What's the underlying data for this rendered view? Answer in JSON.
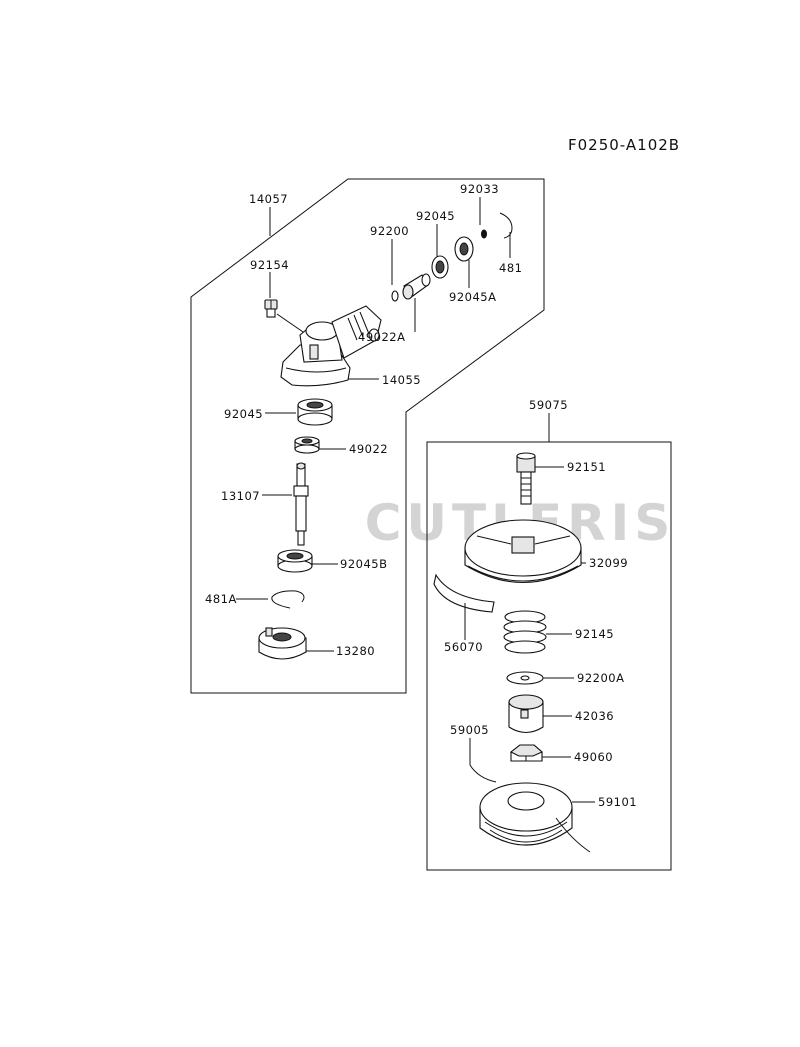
{
  "diagram_code": "F0250-A102B",
  "watermark": "CUTLERIS",
  "parts": {
    "p14057": "14057",
    "p92154": "92154",
    "p92200": "92200",
    "p92045_top": "92045",
    "p92033": "92033",
    "p481": "481",
    "p92045A": "92045A",
    "p49022A": "49022A",
    "p14055": "14055",
    "p92045_mid": "92045",
    "p49022": "49022",
    "p13107": "13107",
    "p92045B": "92045B",
    "p481A": "481A",
    "p13280": "13280",
    "p59075": "59075",
    "p92151": "92151",
    "p32099": "32099",
    "p56070": "56070",
    "p92145": "92145",
    "p92200A": "92200A",
    "p42036": "42036",
    "p59005": "59005",
    "p49060": "49060",
    "p59101": "59101"
  }
}
